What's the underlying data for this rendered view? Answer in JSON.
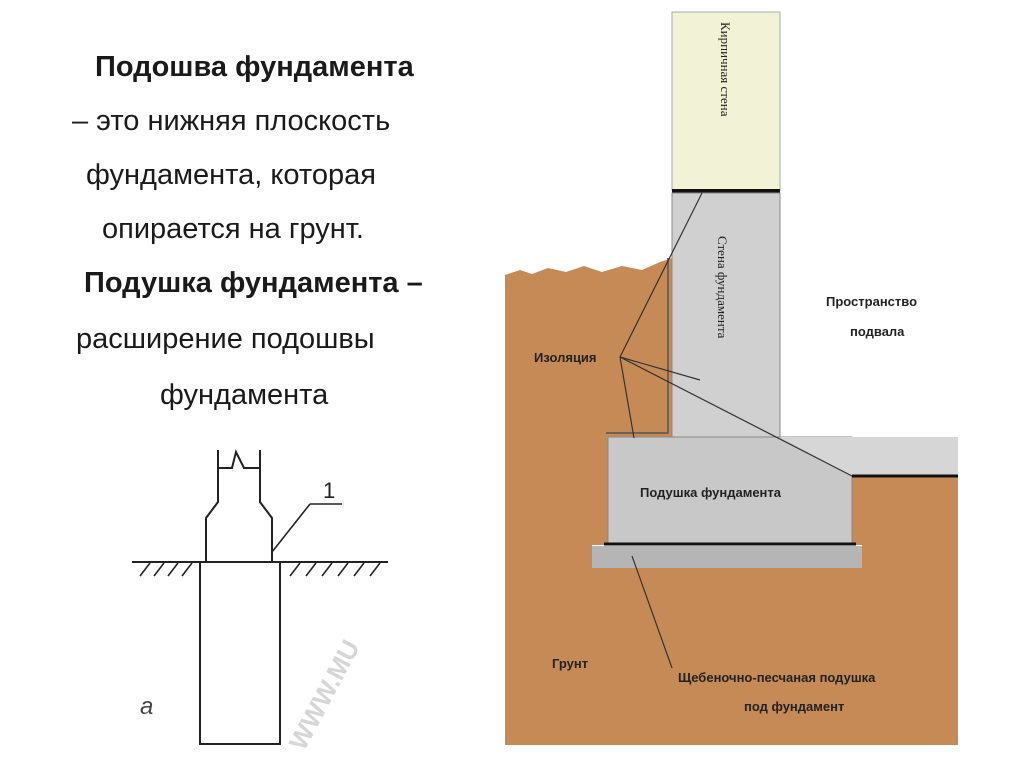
{
  "definition": {
    "line1": "Подошва фундамента",
    "line2": "– это нижняя плоскость",
    "line3": "фундамента, которая",
    "line4": "опирается на грунт.",
    "line5": "Подушка фундамента –",
    "line6": "расширение подошвы",
    "line7": "фундамента"
  },
  "sketch": {
    "callout_number": "1",
    "figure_letter": "а",
    "watermark": "WWW.MU"
  },
  "diagram": {
    "brick_wall": "Кирпичная стена",
    "foundation_wall": "Стена фундамента",
    "basement_space_line1": "Пространство",
    "basement_space_line2": "подвала",
    "insulation": "Изоляция",
    "foundation_pad": "Подушка фундамента",
    "soil": "Грунт",
    "gravel_pad_line1": "Щебеночно-песчаная подушка",
    "gravel_pad_line2": "под фундамент"
  },
  "colors": {
    "soil": "#C68A56",
    "brick_wall": "#F2F2D6",
    "concrete": "#D0D0D0",
    "pad": "#C8C8C8",
    "gravel": "#B5B5B5"
  }
}
